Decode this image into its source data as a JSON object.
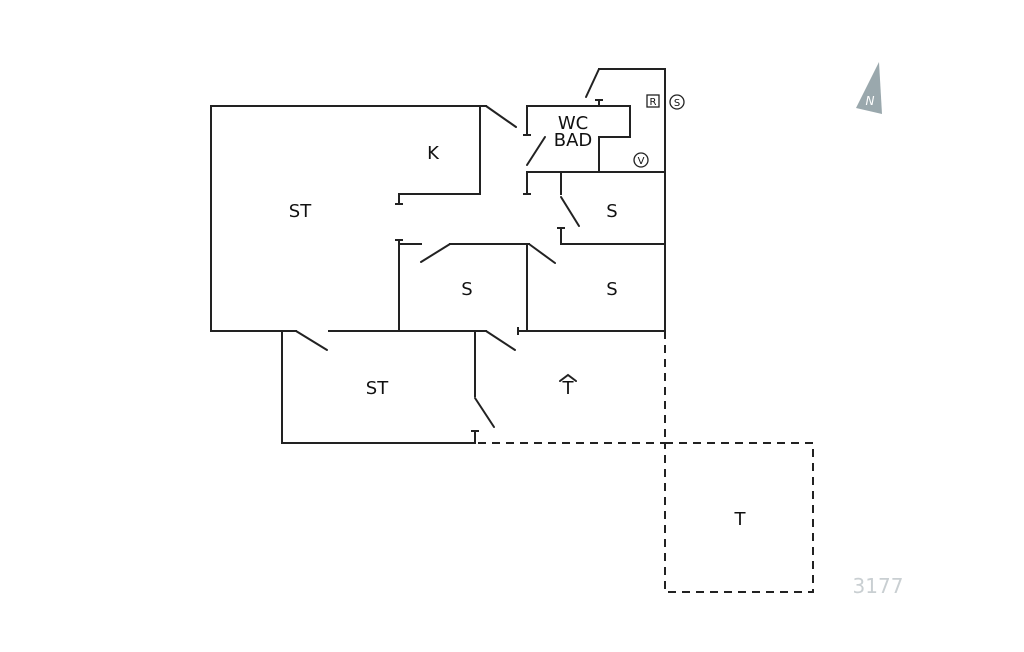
{
  "rooms": {
    "st_main": "ST",
    "kitchen": "K",
    "wc": "WC",
    "bad": "BAD",
    "s_upper_right": "S",
    "s_middle": "S",
    "s_lower_right": "S",
    "st_lower": "ST",
    "t_covered": "T",
    "t_terrace": "T"
  },
  "symbols": {
    "r": "R",
    "s": "S",
    "v": "V"
  },
  "north": "N",
  "plan_id": "3177",
  "colors": {
    "wall": "#222222",
    "north": "#9aa8ad",
    "plan_id": "#c9cfd2"
  }
}
